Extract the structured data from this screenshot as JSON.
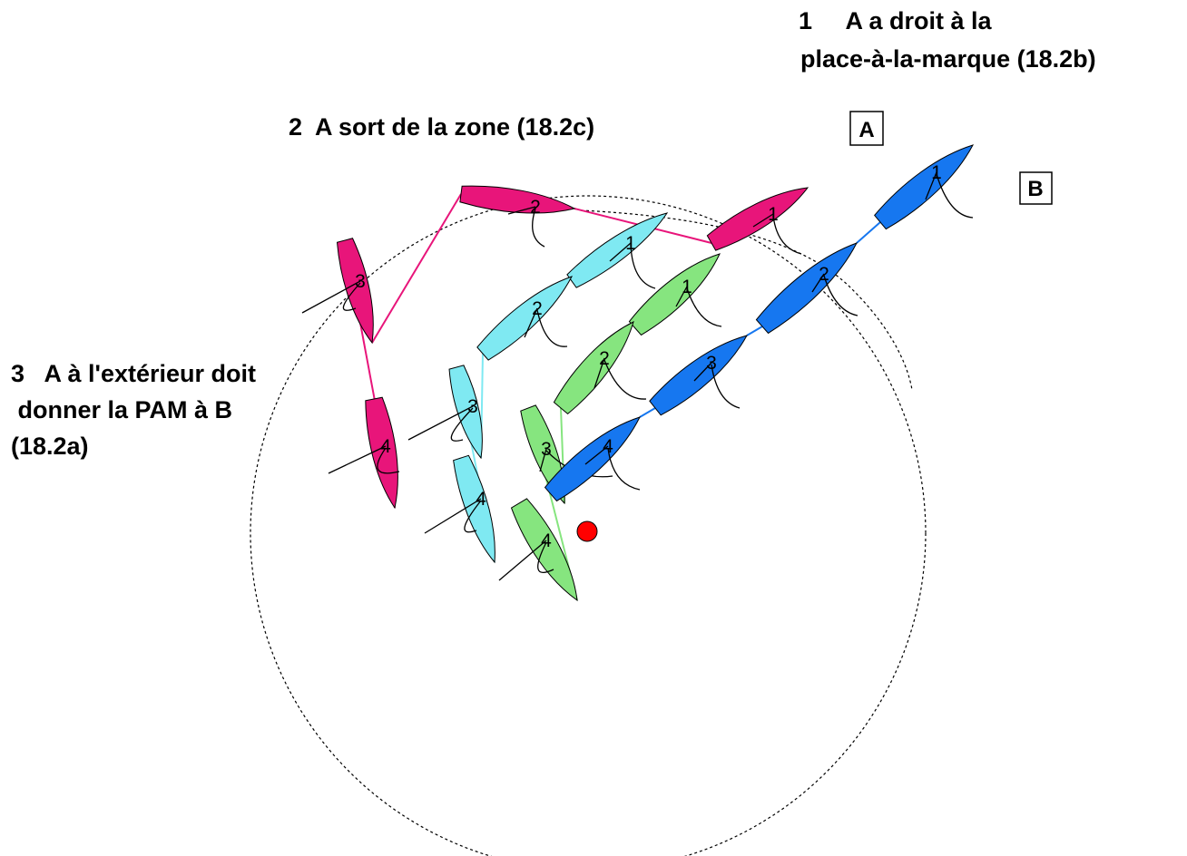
{
  "captions": {
    "c1_line1": "1     A a droit à la",
    "c1_line2": "place-à-la-marque (18.2b)",
    "c2": "2  A sort de la zone (18.2c)",
    "c3_line1": "3   A à l'extérieur doit",
    "c3_line2": " donner la PAM à B",
    "c3_line3": "(18.2a)"
  },
  "boat_labels": {
    "a": "A",
    "b": "B"
  },
  "colors": {
    "pink": "#e8157a",
    "cyan": "#7fe9f2",
    "green": "#86e57f",
    "blue": "#1677f0",
    "mark": "#ff0000",
    "outline": "#000000"
  },
  "fleets": [
    {
      "id": "pink",
      "color_key": "pink",
      "boats": [
        {
          "n": "1"
        },
        {
          "n": "2"
        },
        {
          "n": "3"
        },
        {
          "n": "4"
        }
      ]
    },
    {
      "id": "cyan",
      "color_key": "cyan",
      "boats": [
        {
          "n": "1"
        },
        {
          "n": "2"
        },
        {
          "n": "3"
        },
        {
          "n": "4"
        }
      ]
    },
    {
      "id": "green",
      "color_key": "green",
      "boats": [
        {
          "n": "1"
        },
        {
          "n": "2"
        },
        {
          "n": "3"
        },
        {
          "n": "4"
        }
      ]
    },
    {
      "id": "blue",
      "color_key": "blue",
      "boats": [
        {
          "n": "1"
        },
        {
          "n": "2"
        },
        {
          "n": "3"
        },
        {
          "n": "4"
        }
      ]
    }
  ]
}
